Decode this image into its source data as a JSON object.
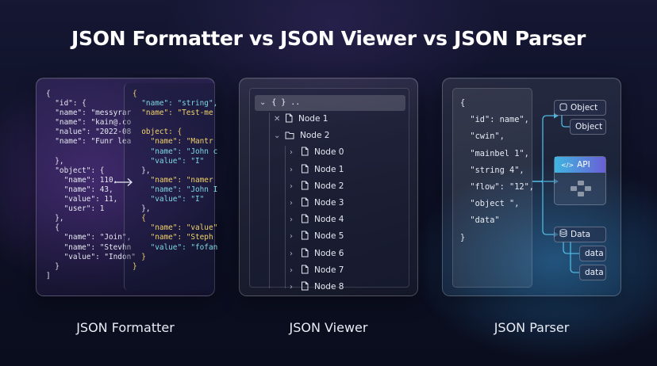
{
  "title": "JSON Formatter vs JSON Viewer vs JSON Parser",
  "colors": {
    "background": "#0d1024",
    "accent_cyan": "#3fb6e0",
    "accent_purple": "#6a5fd6",
    "key_yellow": "#f2d36b",
    "key_cyan": "#7fd8e6"
  },
  "panels": [
    {
      "caption": "JSON Formatter"
    },
    {
      "caption": "JSON Viewer"
    },
    {
      "caption": "JSON Parser"
    }
  ],
  "formatter": {
    "raw_lines": [
      "{",
      "  \"id\": {",
      "  \"name\": \"messyrar",
      "  \"name\": \"kain@.co",
      "  \"nalue\": \"2022-08",
      "  \"name\": \"Funr lea",
      "",
      "  },",
      "  \"object\": {",
      "    \"name\": 110,",
      "    \"name\": 43,",
      "    \"value\": 11,",
      "    \"user\": 1",
      "  },",
      "  {",
      "    \"name\": \"Join\",",
      "    \"name\": \"Stevhn",
      "    \"value\": \"Indon\"",
      "  }",
      "]"
    ],
    "formatted_lines": [
      {
        "text": "{",
        "color": "y"
      },
      {
        "text": "  \"name\": \"string\",",
        "color": "c"
      },
      {
        "text": "  \"name\": \"Test-me",
        "color": "y"
      },
      {
        "text": "",
        "color": "w"
      },
      {
        "text": "  object: {",
        "color": "y"
      },
      {
        "text": "    \"name\": \"Mantr",
        "color": "y"
      },
      {
        "text": "    \"name\": \"John c",
        "color": "c"
      },
      {
        "text": "    \"value\": \"I\"",
        "color": "c"
      },
      {
        "text": "  },",
        "color": "w"
      },
      {
        "text": "    \"name\": \"namer",
        "color": "y"
      },
      {
        "text": "    \"name\": \"John I",
        "color": "c"
      },
      {
        "text": "    \"value\": \"I\"",
        "color": "c"
      },
      {
        "text": "  },",
        "color": "w"
      },
      {
        "text": "  {",
        "color": "y"
      },
      {
        "text": "    \"name\": \"value\"",
        "color": "y"
      },
      {
        "text": "    \"name\": \"Steph",
        "color": "y"
      },
      {
        "text": "    \"value\": \"fofan",
        "color": "c"
      },
      {
        "text": "  }",
        "color": "y"
      },
      {
        "text": "}",
        "color": "y"
      }
    ],
    "arrow_icon": "arrow-right-icon"
  },
  "viewer": {
    "root_label": "{ } ..",
    "rows": [
      {
        "label": "Node 1",
        "chevron": "✕",
        "icon": "file-icon",
        "level": 1
      },
      {
        "label": "Node 2",
        "chevron": "⌄",
        "icon": "folder-icon",
        "level": 1
      },
      {
        "label": "Node 0",
        "chevron": "›",
        "icon": "file-icon",
        "level": 2
      },
      {
        "label": "Node 1",
        "chevron": "›",
        "icon": "file-icon",
        "level": 2
      },
      {
        "label": "Node 2",
        "chevron": "›",
        "icon": "file-icon",
        "level": 2
      },
      {
        "label": "Node 3",
        "chevron": "›",
        "icon": "file-icon",
        "level": 2
      },
      {
        "label": "Node 4",
        "chevron": "›",
        "icon": "file-icon",
        "level": 2
      },
      {
        "label": "Node 5",
        "chevron": "›",
        "icon": "file-icon",
        "level": 2
      },
      {
        "label": "Node 6",
        "chevron": "›",
        "icon": "file-icon",
        "level": 2
      },
      {
        "label": "Node 7",
        "chevron": "›",
        "icon": "file-icon",
        "level": 2
      },
      {
        "label": "Node 8",
        "chevron": "›",
        "icon": "file-icon",
        "level": 2
      }
    ]
  },
  "parser": {
    "code_lines": [
      "{",
      "  \"id\": name\",",
      "  \"cwin\",",
      "  \"mainbel 1\",",
      "  \"string 4\",",
      "  \"flow\": \"12\",",
      "  \"object \",",
      "  \"data\"",
      "}"
    ],
    "object_label": "Object",
    "object_child_label": "Object",
    "api_label": "API",
    "data_label": "Data",
    "data_children": [
      "data",
      "data"
    ],
    "icons": [
      "object-icon",
      "api-icon",
      "database-icon"
    ]
  }
}
